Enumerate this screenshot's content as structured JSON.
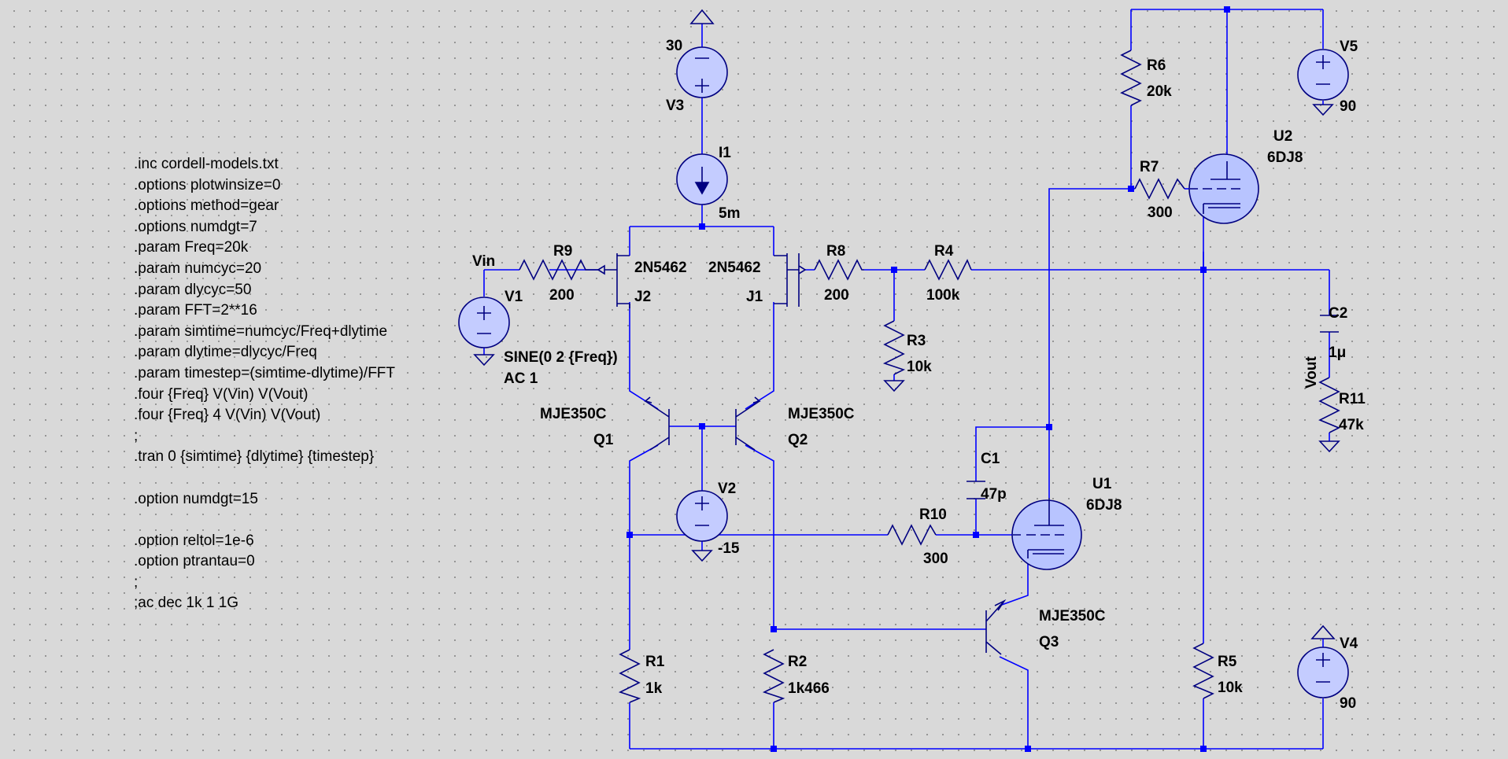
{
  "directives": [
    ".inc cordell-models.txt",
    ".options plotwinsize=0",
    ".options method=gear",
    ".options numdgt=7",
    ".param Freq=20k",
    ".param numcyc=20",
    ".param dlycyc=50",
    ".param FFT=2**16",
    ".param simtime=numcyc/Freq+dlytime",
    ".param dlytime=dlycyc/Freq",
    ".param timestep=(simtime-dlytime)/FFT",
    ".four {Freq} V(Vin) V(Vout)",
    ".four {Freq} 4 V(Vin) V(Vout)",
    ";",
    ".tran 0 {simtime} {dlytime} {timestep}",
    "",
    ".option numdgt=15",
    "",
    ".option reltol=1e-6",
    ".option ptrantau=0",
    ";",
    ";ac dec 1k 1 1G"
  ],
  "components": {
    "v3": {
      "name": "V3",
      "value": "30"
    },
    "i1": {
      "name": "I1",
      "value": "5m"
    },
    "v1": {
      "name": "V1",
      "value": "SINE(0 2 {Freq})",
      "value2": "AC 1"
    },
    "r9": {
      "name": "R9",
      "value": "200"
    },
    "r8": {
      "name": "R8",
      "value": "200"
    },
    "r4": {
      "name": "R4",
      "value": "100k"
    },
    "r3": {
      "name": "R3",
      "value": "10k"
    },
    "j2": {
      "name": "J2",
      "model": "2N5462"
    },
    "j1": {
      "name": "J1",
      "model": "2N5462"
    },
    "q1": {
      "name": "Q1",
      "model": "MJE350C"
    },
    "q2": {
      "name": "Q2",
      "model": "MJE350C"
    },
    "q3": {
      "name": "Q3",
      "model": "MJE350C"
    },
    "v2": {
      "name": "V2",
      "value": "-15"
    },
    "r10": {
      "name": "R10",
      "value": "300"
    },
    "c1": {
      "name": "C1",
      "value": "47p"
    },
    "u1": {
      "name": "U1",
      "model": "6DJ8"
    },
    "u2": {
      "name": "U2",
      "model": "6DJ8"
    },
    "r6": {
      "name": "R6",
      "value": "20k"
    },
    "r7": {
      "name": "R7",
      "value": "300"
    },
    "v5": {
      "name": "V5",
      "value": "90"
    },
    "v4": {
      "name": "V4",
      "value": "90"
    },
    "c2": {
      "name": "C2",
      "value": "1μ"
    },
    "r11": {
      "name": "R11",
      "value": "47k"
    },
    "r5": {
      "name": "R5",
      "value": "10k"
    },
    "r1": {
      "name": "R1",
      "value": "1k"
    },
    "r2": {
      "name": "R2",
      "value": "1k466"
    }
  },
  "nets": {
    "vin": "Vin",
    "vout": "Vout"
  },
  "colors": {
    "background": "#d9d9d9",
    "wire": "#0000ff",
    "component": "#000080"
  }
}
